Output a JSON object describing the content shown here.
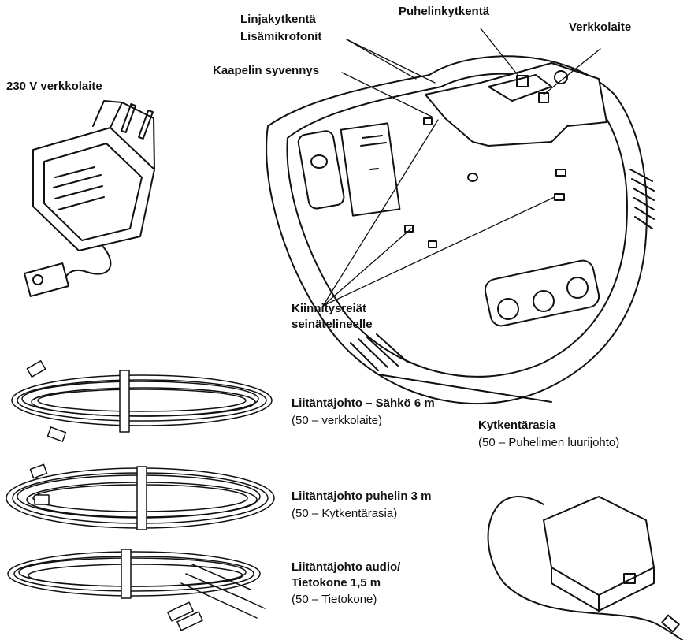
{
  "labels": {
    "power_adapter_230v": "230 V verkkolaite",
    "line_connection": "Linjakytkentä",
    "extra_microphones": "Lisämikrofonit",
    "phone_connection": "Puhelinkytkentä",
    "power_adapter": "Verkkolaite",
    "cable_recess": "Kaapelin syvennys",
    "mounting_holes_line1": "Kiinnitysreiät",
    "mounting_holes_line2": "seinätelineelle"
  },
  "items": [
    {
      "title": "Liitäntäjohto – Sähkö 6 m",
      "title2": "",
      "subtitle": "(50 – verkkolaite)"
    },
    {
      "title": "Liitäntäjohto puhelin 3 m",
      "title2": "",
      "subtitle": "(50 – Kytkentärasia)"
    },
    {
      "title": "Liitäntäjohto audio/",
      "title2": "Tietokone 1,5 m",
      "subtitle": "(50 – Tietokone)"
    }
  ],
  "junction_box": {
    "title": "Kytkentärasia",
    "subtitle": "(50 – Puhelimen luurijohto)"
  }
}
